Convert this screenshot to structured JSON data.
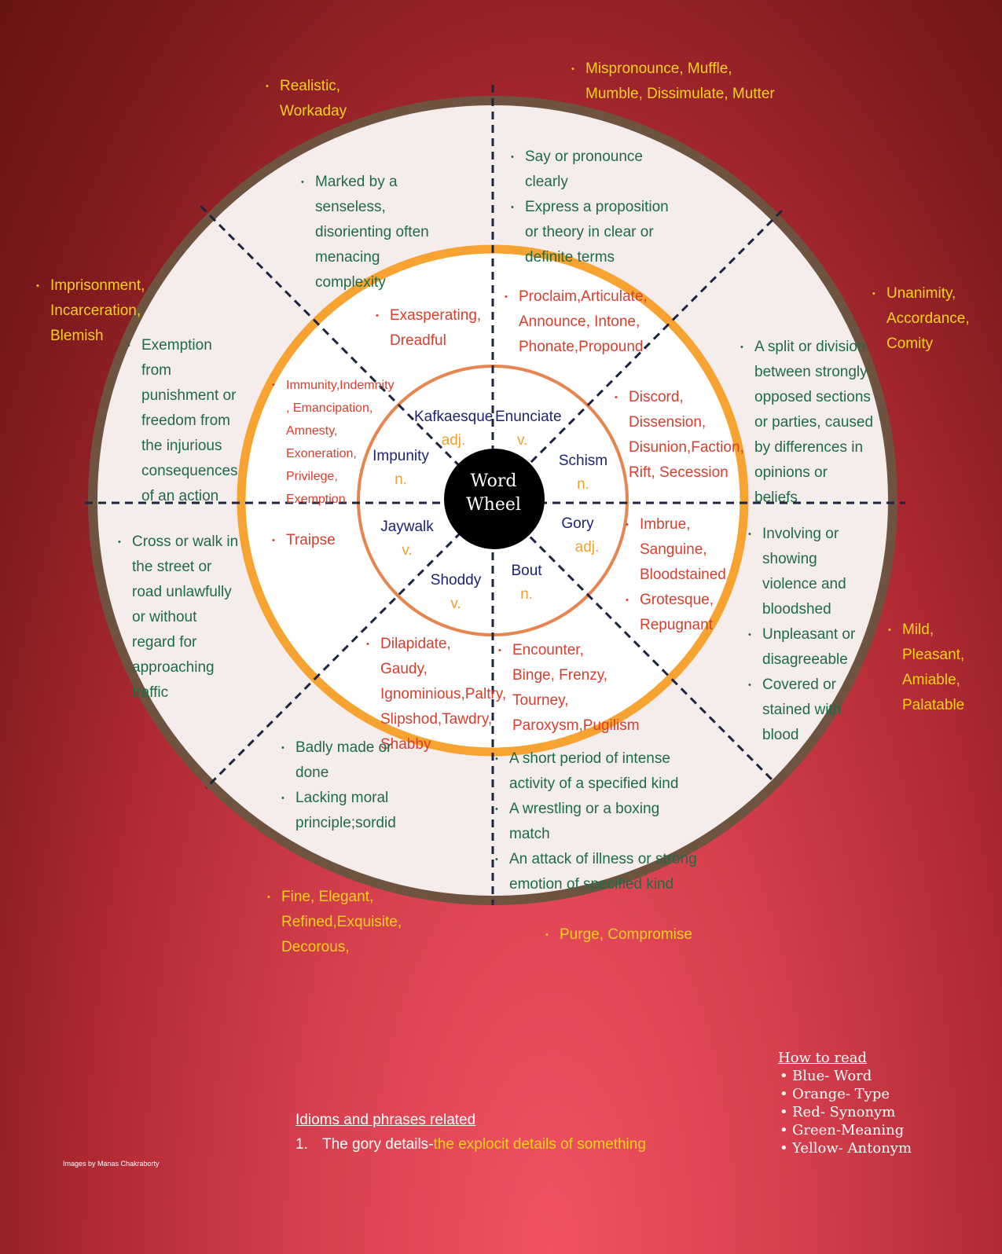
{
  "center": {
    "line1": "Word",
    "line2": "Wheel"
  },
  "words": [
    {
      "id": "kafkaesque",
      "word": "Kafkaesque",
      "type": "adj."
    },
    {
      "id": "enunciate",
      "word": "Enunciate",
      "type": "v."
    },
    {
      "id": "schism",
      "word": "Schism",
      "type": "n."
    },
    {
      "id": "gory",
      "word": "Gory",
      "type": "adj."
    },
    {
      "id": "bout",
      "word": "Bout",
      "type": "n."
    },
    {
      "id": "shoddy",
      "word": "Shoddy",
      "type": "v."
    },
    {
      "id": "jaywalk",
      "word": "Jaywalk",
      "type": "v."
    },
    {
      "id": "impunity",
      "word": "Impunity",
      "type": "n."
    }
  ],
  "synonyms": {
    "kafkaesque": [
      "Exasperating, Dreadful"
    ],
    "enunciate": [
      "Proclaim,Articulate, Announce, Intone, Phonate,Propound"
    ],
    "schism": [
      "Discord, Dissension, Disunion,Faction, Rift, Secession"
    ],
    "gory": [
      "Imbrue, Sanguine, Bloodstained",
      "Grotesque, Repugnant"
    ],
    "bout": [
      "Encounter, Binge, Frenzy, Tourney, Paroxysm,Pugilism"
    ],
    "shoddy": [
      "Dilapidate, Gaudy, Ignominious,Paltry, Slipshod,Tawdry, Shabby"
    ],
    "jaywalk": [
      "Traipse"
    ],
    "impunity": [
      "Immunity,Indemnity , Emancipation, Amnesty, Exoneration, Privilege, Exemption"
    ]
  },
  "meanings": {
    "kafkaesque": [
      "Marked by a senseless, disorienting often menacing complexity"
    ],
    "enunciate": [
      "Say or pronounce clearly",
      "Express a proposition or theory in clear or definite terms"
    ],
    "schism": [
      "A split or division between strongly opposed sections or parties, caused by differences in opinions or beliefs"
    ],
    "gory": [
      "Involving or showing violence and bloodshed",
      "Unpleasant or disagreeable",
      "Covered or stained with blood"
    ],
    "bout": [
      "A short period of intense activity of a specified kind",
      "A wrestling or a boxing match",
      "An attack of illness or strong emotion of specified kind"
    ],
    "shoddy": [
      "Badly made or done",
      "Lacking moral principle;sordid"
    ],
    "jaywalk": [
      "Cross or walk in the street or road unlawfully or without regard for approaching traffic"
    ],
    "impunity": [
      "Exemption from punishment or freedom from the injurious consequences of an action"
    ]
  },
  "antonyms": {
    "kafkaesque": "Realistic, Workaday",
    "enunciate": "Mispronounce, Muffle, Mumble, Dissimulate, Mutter",
    "schism": "Unanimity, Accordance, Comity",
    "gory": "Mild, Pleasant, Amiable, Palatable",
    "bout": "Purge, Compromise",
    "shoddy": "Fine, Elegant, Refined,Exquisite, Decorous,",
    "impunity": "Imprisonment, Incarceration, Blemish"
  },
  "legend": {
    "title": "How to read",
    "items": [
      "Blue- Word",
      "Orange- Type",
      "Red- Synonym",
      "Green-Meaning",
      "Yellow- Antonym"
    ]
  },
  "idioms": {
    "title": "Idioms and phrases related",
    "items": [
      {
        "number": "1.",
        "phrase": "The gory details-",
        "meaning": "the explocit details of something"
      }
    ]
  },
  "credit": "Images by Manas Chakraborty",
  "colors": {
    "word": "#1e2470",
    "type": "#eea232",
    "synonym": "#d83e2e",
    "meaning": "#1f6b45",
    "antonym": "#f5d11c",
    "outer_ring": "#6e5440",
    "middle_ring": "#f7a331",
    "inner_ring": "#e8854e",
    "center": "#000000",
    "outer_fill": "#f5ecec"
  }
}
